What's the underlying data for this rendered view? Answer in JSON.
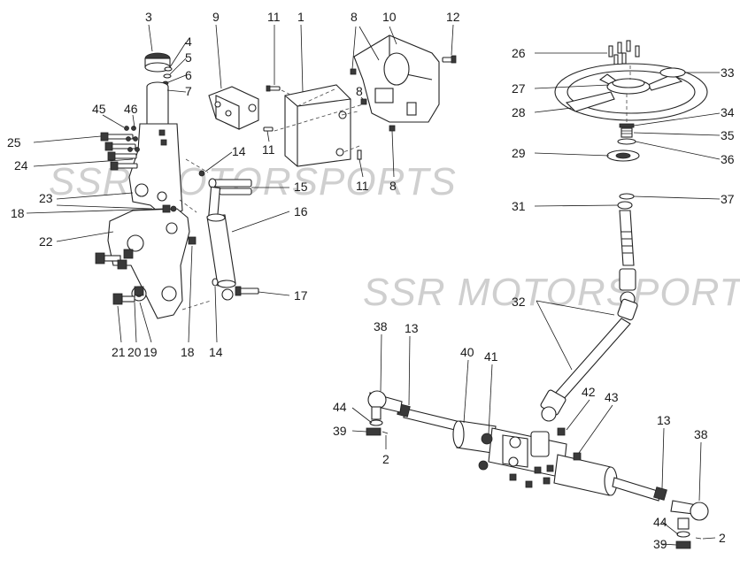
{
  "watermarks": [
    "SSR MOTORSPORTS",
    "SSR MOTORSPORTS"
  ],
  "callouts": [
    {
      "id": "c1",
      "label": "1"
    },
    {
      "id": "c2a",
      "label": "2"
    },
    {
      "id": "c2b",
      "label": "2"
    },
    {
      "id": "c3",
      "label": "3"
    },
    {
      "id": "c4",
      "label": "4"
    },
    {
      "id": "c5",
      "label": "5"
    },
    {
      "id": "c6",
      "label": "6"
    },
    {
      "id": "c7",
      "label": "7"
    },
    {
      "id": "c8a",
      "label": "8"
    },
    {
      "id": "c8b",
      "label": "8"
    },
    {
      "id": "c8c",
      "label": "8"
    },
    {
      "id": "c9",
      "label": "9"
    },
    {
      "id": "c10",
      "label": "10"
    },
    {
      "id": "c11a",
      "label": "11"
    },
    {
      "id": "c11b",
      "label": "11"
    },
    {
      "id": "c11c",
      "label": "11"
    },
    {
      "id": "c12",
      "label": "12"
    },
    {
      "id": "c13a",
      "label": "13"
    },
    {
      "id": "c13b",
      "label": "13"
    },
    {
      "id": "c14a",
      "label": "14"
    },
    {
      "id": "c14b",
      "label": "14"
    },
    {
      "id": "c15",
      "label": "15"
    },
    {
      "id": "c16",
      "label": "16"
    },
    {
      "id": "c17",
      "label": "17"
    },
    {
      "id": "c18a",
      "label": "18"
    },
    {
      "id": "c18b",
      "label": "18"
    },
    {
      "id": "c19",
      "label": "19"
    },
    {
      "id": "c20",
      "label": "20"
    },
    {
      "id": "c21",
      "label": "21"
    },
    {
      "id": "c22",
      "label": "22"
    },
    {
      "id": "c23",
      "label": "23"
    },
    {
      "id": "c24",
      "label": "24"
    },
    {
      "id": "c25",
      "label": "25"
    },
    {
      "id": "c26",
      "label": "26"
    },
    {
      "id": "c27",
      "label": "27"
    },
    {
      "id": "c28",
      "label": "28"
    },
    {
      "id": "c29",
      "label": "29"
    },
    {
      "id": "c31",
      "label": "31"
    },
    {
      "id": "c32",
      "label": "32"
    },
    {
      "id": "c33",
      "label": "33"
    },
    {
      "id": "c34",
      "label": "34"
    },
    {
      "id": "c35",
      "label": "35"
    },
    {
      "id": "c36",
      "label": "36"
    },
    {
      "id": "c37",
      "label": "37"
    },
    {
      "id": "c38a",
      "label": "38"
    },
    {
      "id": "c38b",
      "label": "38"
    },
    {
      "id": "c39a",
      "label": "39"
    },
    {
      "id": "c39b",
      "label": "39"
    },
    {
      "id": "c40",
      "label": "40"
    },
    {
      "id": "c41",
      "label": "41"
    },
    {
      "id": "c42",
      "label": "42"
    },
    {
      "id": "c43",
      "label": "43"
    },
    {
      "id": "c44a",
      "label": "44"
    },
    {
      "id": "c44b",
      "label": "44"
    },
    {
      "id": "c45",
      "label": "45"
    },
    {
      "id": "c46",
      "label": "46"
    }
  ]
}
